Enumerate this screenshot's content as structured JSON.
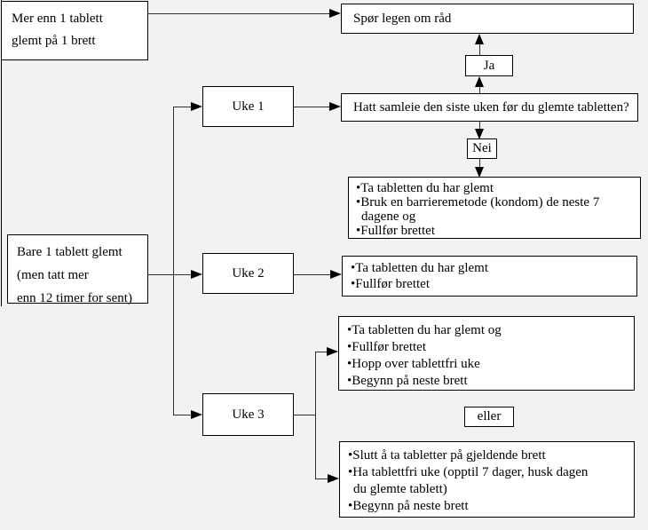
{
  "page": {
    "background_color": "#f1f2f2",
    "box_fill_color": "#ffffff",
    "border_color": "#000000",
    "connector_color": "#2e2e2e"
  },
  "boxes": {
    "more_than_one": {
      "lines": [
        "Mer enn 1 tablett",
        "glemt på 1 brett"
      ]
    },
    "ask_doctor": {
      "label": "Spør legen om råd"
    },
    "yes": {
      "label": "Ja"
    },
    "intercourse_question": {
      "label": "Hatt samleie den siste uken før du glemte tabletten?"
    },
    "no": {
      "label": "Nei"
    },
    "week1": {
      "label": "Uke 1"
    },
    "week2": {
      "label": "Uke 2"
    },
    "week3": {
      "label": "Uke 3"
    },
    "only_one": {
      "lines": [
        "Bare 1 tablett glemt",
        "(men tatt mer",
        "enn 12 timer for sent)"
      ]
    },
    "week1_advice": {
      "lines": [
        "•Ta tabletten du har glemt",
        "•Bruk en barrieremetode (kondom) de neste 7",
        "dagene og",
        "•Fullfør brettet"
      ]
    },
    "week2_advice": {
      "lines": [
        "•Ta tabletten du har glemt",
        "•Fullfør brettet"
      ]
    },
    "week3_option_a": {
      "lines": [
        "•Ta tabletten du har glemt og",
        "•Fullfør brettet",
        "•Hopp over tablettfri uke",
        "•Begynn på neste brett"
      ]
    },
    "or": {
      "label": "eller"
    },
    "week3_option_b": {
      "lines": [
        "•Slutt å ta tabletter på gjeldende brett",
        "•Ha tablettfri uke (opptil 7 dager, husk dagen",
        "du glemte tablett)",
        "•Begynn på neste brett"
      ]
    }
  }
}
